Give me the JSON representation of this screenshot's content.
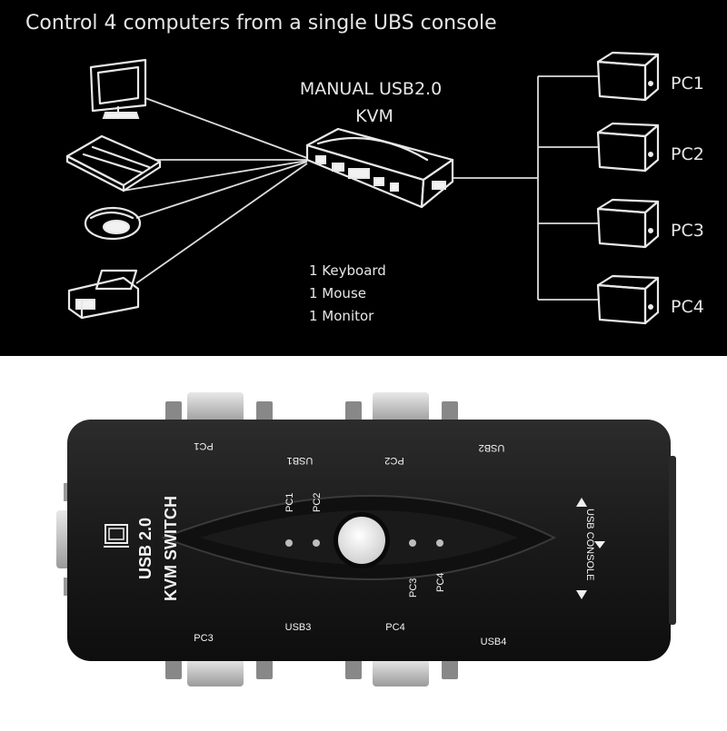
{
  "diagram": {
    "title": "Control 4 computers from a single UBS console",
    "kvm_label_line1": "MANUAL USB2.0",
    "kvm_label_line2": "KVM",
    "console_devices": [
      "1 Keyboard",
      "1 Mouse",
      "1 Monitor"
    ],
    "pcs": [
      "PC1",
      "PC2",
      "PC3",
      "PC4"
    ]
  },
  "product": {
    "title_line1": "USB 2.0",
    "title_line2": "KVM SWITCH",
    "top_port_labels": {
      "pc1": "PC1",
      "usb1": "USB1",
      "pc2": "PC2",
      "usb2": "USB2"
    },
    "bottom_port_labels": {
      "pc3": "PC3",
      "usb3": "USB3",
      "pc4": "PC4",
      "usb4": "USB4"
    },
    "led_labels": {
      "pc1": "PC1",
      "pc2": "PC2",
      "pc3": "PC3",
      "pc4": "PC4"
    },
    "console_label": "USB CONSOLE"
  }
}
